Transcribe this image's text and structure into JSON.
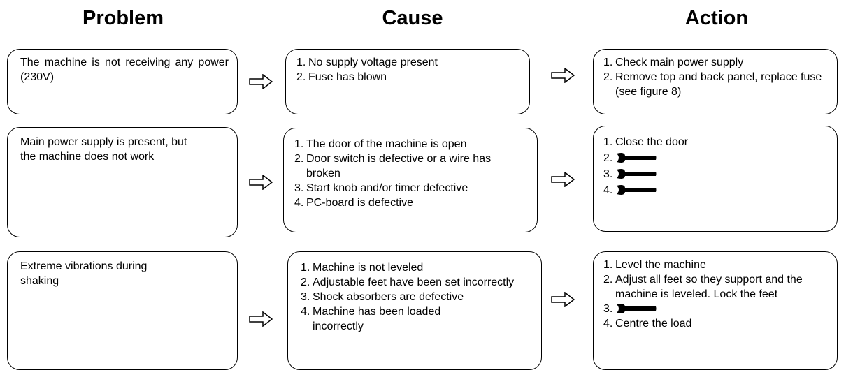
{
  "headers": {
    "problem": "Problem",
    "cause": "Cause",
    "action": "Action"
  },
  "rows": [
    {
      "problem": "The machine is not receiving any power (230V)",
      "causes": [
        {
          "num": "1.",
          "text": "No supply voltage present"
        },
        {
          "num": "2.",
          "text": "Fuse has blown"
        }
      ],
      "actions": [
        {
          "num": "1.",
          "text": "Check main power supply",
          "icon": null
        },
        {
          "num": "2.",
          "text": "Remove top and back panel, replace fuse (see figure 8)",
          "icon": null
        }
      ]
    },
    {
      "problem": "Main power supply is present, but the machine does not work",
      "causes": [
        {
          "num": "1.",
          "text": "The door of the machine is open"
        },
        {
          "num": "2.",
          "text": "Door switch is defective or a wire has broken"
        },
        {
          "num": "3.",
          "text": "Start knob and/or timer defective"
        },
        {
          "num": "4.",
          "text": "PC-board is defective"
        }
      ],
      "actions": [
        {
          "num": "1.",
          "text": "Close the door",
          "icon": null
        },
        {
          "num": "2.",
          "text": "",
          "icon": "wrench-icon"
        },
        {
          "num": "3.",
          "text": "",
          "icon": "wrench-icon"
        },
        {
          "num": "4.",
          "text": "",
          "icon": "wrench-icon"
        }
      ]
    },
    {
      "problem": "Extreme vibrations during shaking",
      "causes": [
        {
          "num": "1.",
          "text": "Machine is not leveled"
        },
        {
          "num": "2.",
          "text": "Adjustable feet have been set incorrectly"
        },
        {
          "num": "3.",
          "text": "Shock absorbers are defective"
        },
        {
          "num": "4.",
          "text": "Machine has been loaded incorrectly"
        }
      ],
      "actions": [
        {
          "num": "1.",
          "text": "Level the machine",
          "icon": null
        },
        {
          "num": "2.",
          "text": "Adjust all feet so they support and the machine is leveled. Lock the feet",
          "icon": null
        },
        {
          "num": "3.",
          "text": "",
          "icon": "wrench-icon"
        },
        {
          "num": "4.",
          "text": "Centre the load",
          "icon": null
        }
      ]
    }
  ]
}
